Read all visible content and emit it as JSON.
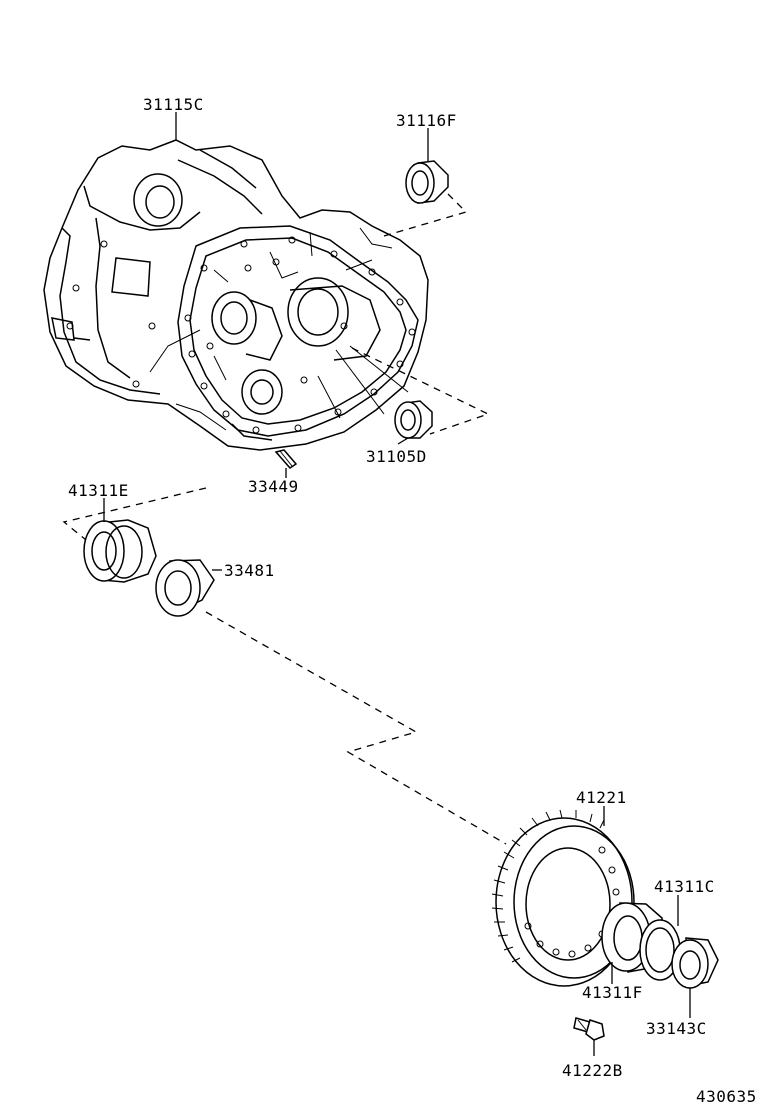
{
  "diagram": {
    "figure_number": "430635",
    "callouts": {
      "case": "31115C",
      "seal_top": "31116F",
      "seal_right": "31105D",
      "pin": "33449",
      "bearing_left": "41311E",
      "shim_left": "33481",
      "ring_gear": "41221",
      "bearing_right": "41311C",
      "bearing_race": "41311F",
      "shim_right": "33143C",
      "bolt": "41222B"
    }
  }
}
